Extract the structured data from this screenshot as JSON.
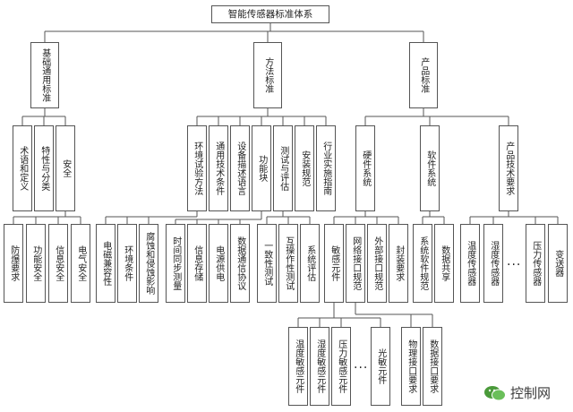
{
  "title": "智能传感器标准体系",
  "categories": {
    "basic": "基础通用标准",
    "method": "方法标准",
    "product": "产品标准"
  },
  "basic_children": [
    "术语和定义",
    "特性与分类",
    "安全"
  ],
  "safety_children": [
    "防爆要求",
    "功能安全",
    "信息安全",
    "电气安全"
  ],
  "method_children": [
    "环境试验方法",
    "通用技术条件",
    "设备描述语言",
    "功能块",
    "测试与评估",
    "安装规范",
    "行业实施指南"
  ],
  "env_children": [
    "电磁兼容性",
    "环境条件",
    "腐蚀和侵蚀影响"
  ],
  "func_children": [
    "时间同步测量",
    "信息存储",
    "电源供电",
    "数据通信协议"
  ],
  "test_children": [
    "一致性测试",
    "互操作性测试",
    "系统评估"
  ],
  "product_children": [
    "硬件系统",
    "软件系统",
    "产品技术要求"
  ],
  "hw_children": [
    "敏感元件",
    "网络接口规范",
    "外部接口规范",
    "封装要求"
  ],
  "sensor_children": [
    "温度敏感元件",
    "湿度敏感元件",
    "压力敏感元件",
    "光敏元件"
  ],
  "iface_children": [
    "物理接口要求",
    "数据接口要求"
  ],
  "sw_children": [
    "系统软件规范",
    "数据共享"
  ],
  "prodreq_children": [
    "温度传感器",
    "湿度传感器",
    "压力传感器",
    "变送器"
  ],
  "ellipsis": "...",
  "watermark": "控制网",
  "colors": {
    "line": "#555555",
    "border": "#555555",
    "watermark": "#4a9a3a"
  }
}
